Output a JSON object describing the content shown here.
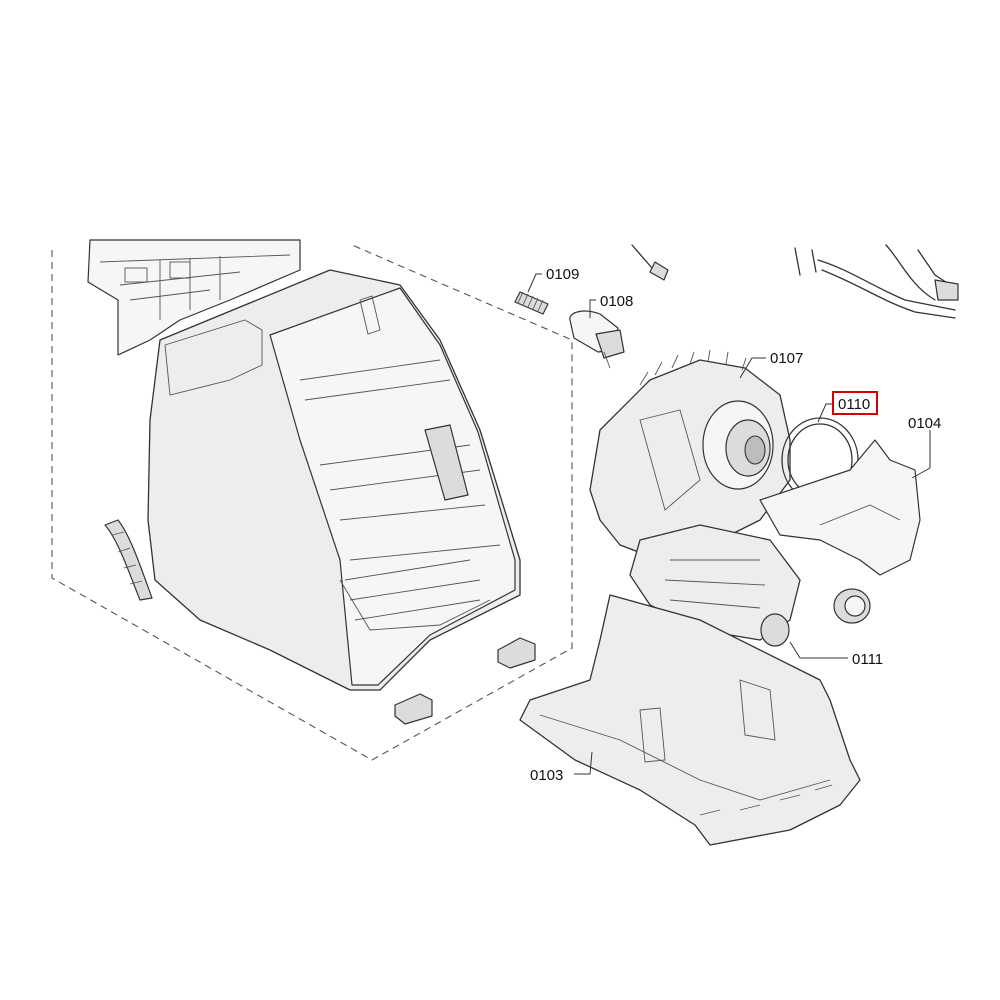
{
  "diagram": {
    "highlight_color": "#d40000",
    "callouts": [
      {
        "id": "0109",
        "text": "0109"
      },
      {
        "id": "0108",
        "text": "0108"
      },
      {
        "id": "0107",
        "text": "0107"
      },
      {
        "id": "0110",
        "text": "0110",
        "highlighted": true
      },
      {
        "id": "0104",
        "text": "0104"
      },
      {
        "id": "0111",
        "text": "0111"
      },
      {
        "id": "0103",
        "text": "0103"
      }
    ]
  }
}
